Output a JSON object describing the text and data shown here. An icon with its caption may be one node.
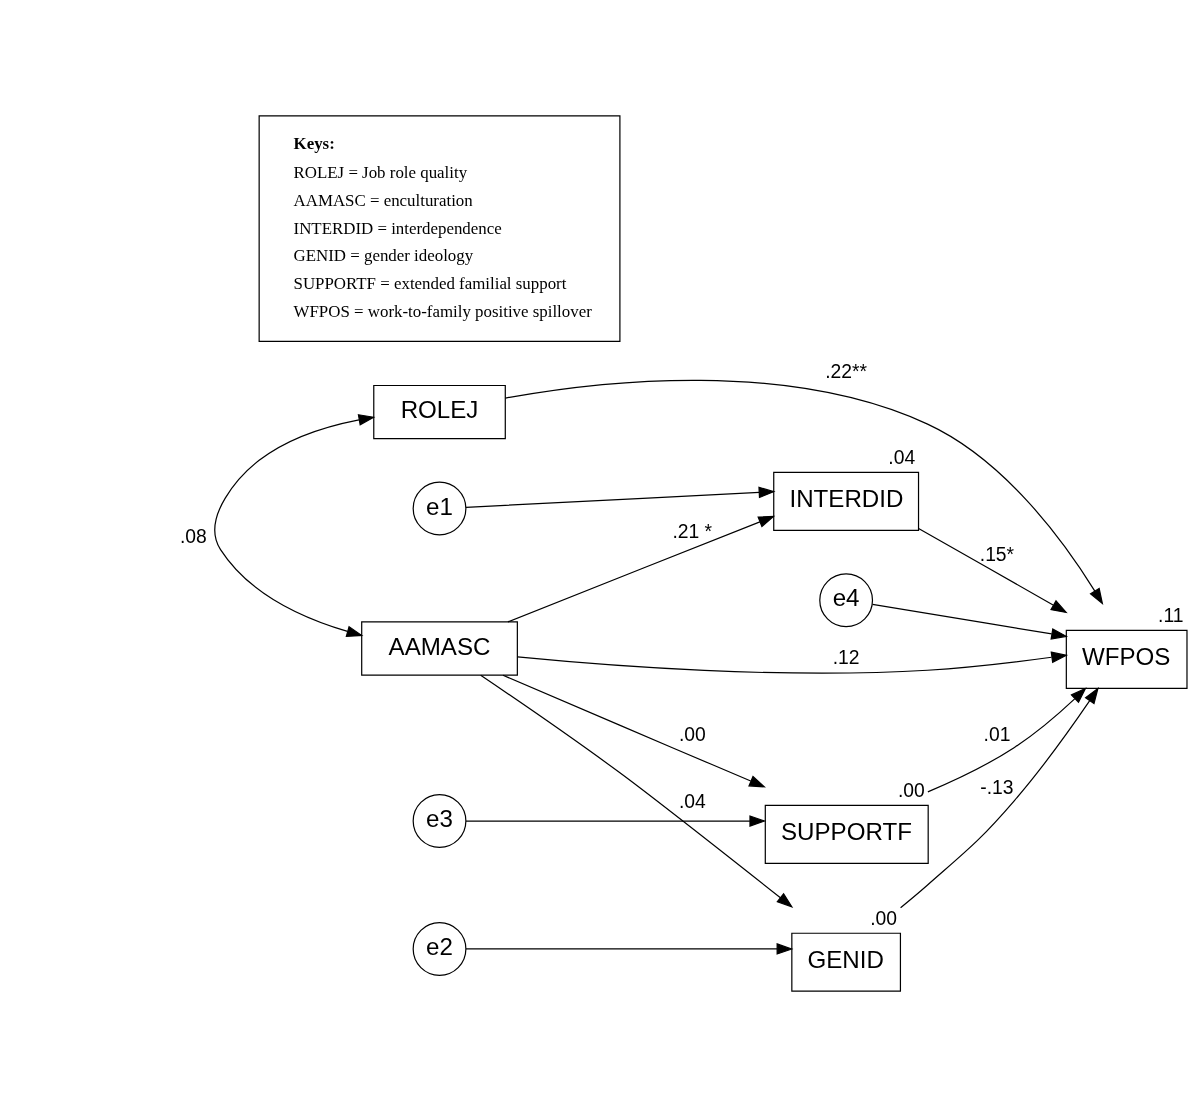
{
  "diagram": {
    "nodes": [
      {
        "text": [
          "ROLEJ"
        ]
      },
      {
        "text": [
          "AAMASC"
        ]
      },
      {
        "text": [
          "WFPOS"
        ],
        "beside": [
          ".11"
        ]
      },
      {
        "text": [
          "e4"
        ]
      },
      {
        "text": [
          "INTERDID"
        ],
        "beside": [
          ".04"
        ]
      },
      {
        "text": [
          "e1"
        ]
      },
      {
        "text": [
          "GENID"
        ],
        "beside": [
          ".00"
        ]
      },
      {
        "text": [
          "e2"
        ]
      },
      {
        "text": [
          "SUPPORTF"
        ],
        "beside": [
          ".00"
        ]
      },
      {
        "text": [
          "e3"
        ]
      },
      {
        "text": [
          "Keys:",
          "ROLEJ = Job role quality",
          "AAMASC = enculturation",
          "INTERDID = interdependence",
          "GENID = gender ideology",
          "SUPPORTF = extended familial support",
          "WFPOS = work-to-family positive spillover"
        ]
      }
    ],
    "edges": [
      {
        "from": 0,
        "to": 1,
        "arrow": "both",
        "label": ".08"
      },
      {
        "from": 0,
        "to": 2,
        "arrow": "to",
        "label": ".22**"
      },
      {
        "from": 1,
        "to": 2,
        "arrow": "to",
        "label": ".12"
      },
      {
        "from": 3,
        "to": 2,
        "arrow": "to"
      },
      {
        "from": 1,
        "to": 4,
        "arrow": "to",
        "label": ".21 *"
      },
      {
        "from": 5,
        "to": 4,
        "arrow": "to"
      },
      {
        "from": 4,
        "to": 2,
        "arrow": "to",
        "label": ".15*"
      },
      {
        "from": 1,
        "to": 6,
        "arrow": "to",
        "label": ".04"
      },
      {
        "from": 7,
        "to": 6,
        "arrow": "to"
      },
      {
        "from": 6,
        "to": 2,
        "arrow": "to",
        "label": "-.13"
      },
      {
        "from": 1,
        "to": 8,
        "arrow": "to",
        "label": ".00"
      },
      {
        "from": 9,
        "to": 8,
        "arrow": "to"
      },
      {
        "from": 8,
        "to": 2,
        "arrow": "to",
        "label": ".01"
      }
    ]
  }
}
